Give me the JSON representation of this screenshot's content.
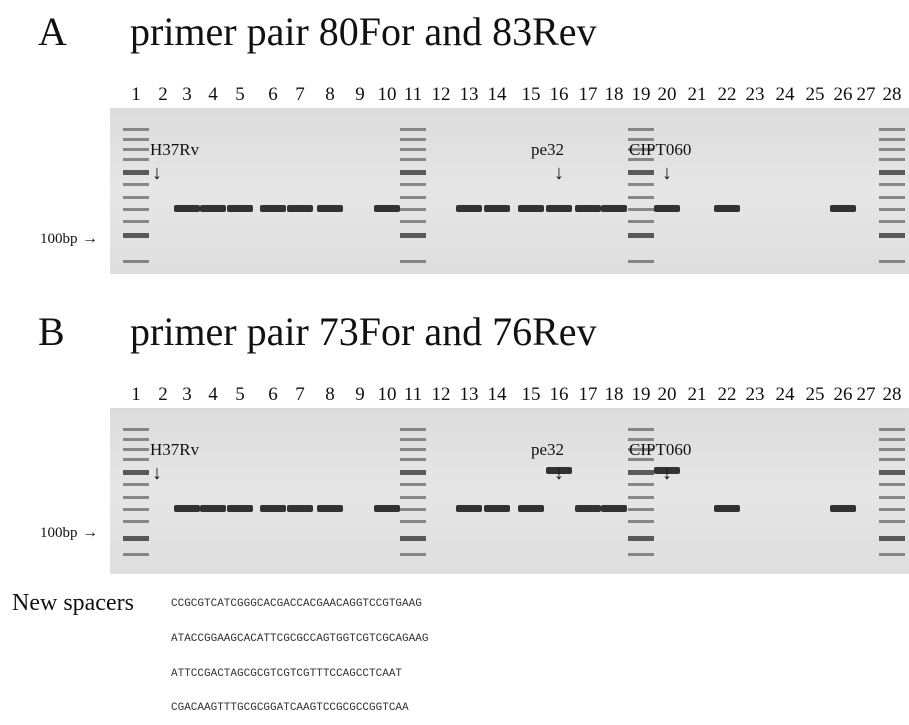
{
  "panels": [
    {
      "letter": "A",
      "title": "primer pair 80For and 83Rev",
      "lanes": [
        "1",
        "2",
        "3",
        "4",
        "5",
        "6",
        "7",
        "8",
        "9",
        "10",
        "11",
        "12",
        "13",
        "14",
        "15",
        "16",
        "17",
        "18",
        "19",
        "20",
        "21",
        "22",
        "23",
        "24",
        "25",
        "26",
        "27",
        "28"
      ],
      "ladder_label": "100bp",
      "labels": [
        {
          "text": "H37Rv",
          "lane": 2
        },
        {
          "text": "pe32",
          "lane": 16
        },
        {
          "text": "CIPT060",
          "lane": 20
        }
      ],
      "ladder_lanes": [
        1,
        11,
        19,
        28
      ],
      "bands": [
        {
          "lane": 3,
          "size": "short"
        },
        {
          "lane": 4,
          "size": "short"
        },
        {
          "lane": 5,
          "size": "short"
        },
        {
          "lane": 6,
          "size": "short"
        },
        {
          "lane": 7,
          "size": "short"
        },
        {
          "lane": 8,
          "size": "short"
        },
        {
          "lane": 10,
          "size": "short"
        },
        {
          "lane": 13,
          "size": "short"
        },
        {
          "lane": 14,
          "size": "short"
        },
        {
          "lane": 15,
          "size": "short"
        },
        {
          "lane": 16,
          "size": "short"
        },
        {
          "lane": 17,
          "size": "short"
        },
        {
          "lane": 18,
          "size": "short"
        },
        {
          "lane": 20,
          "size": "short"
        },
        {
          "lane": 22,
          "size": "short"
        },
        {
          "lane": 26,
          "size": "short"
        }
      ]
    },
    {
      "letter": "B",
      "title": "primer pair 73For and 76Rev",
      "lanes": [
        "1",
        "2",
        "3",
        "4",
        "5",
        "6",
        "7",
        "8",
        "9",
        "10",
        "11",
        "12",
        "13",
        "14",
        "15",
        "16",
        "17",
        "18",
        "19",
        "20",
        "21",
        "22",
        "23",
        "24",
        "25",
        "26",
        "27",
        "28"
      ],
      "ladder_label": "100bp",
      "labels": [
        {
          "text": "H37Rv",
          "lane": 2
        },
        {
          "text": "pe32",
          "lane": 16
        },
        {
          "text": "CIPT060",
          "lane": 20
        }
      ],
      "ladder_lanes": [
        1,
        11,
        19,
        28
      ],
      "bands": [
        {
          "lane": 3,
          "size": "short"
        },
        {
          "lane": 4,
          "size": "short"
        },
        {
          "lane": 5,
          "size": "short"
        },
        {
          "lane": 6,
          "size": "short"
        },
        {
          "lane": 7,
          "size": "short"
        },
        {
          "lane": 8,
          "size": "short"
        },
        {
          "lane": 10,
          "size": "short"
        },
        {
          "lane": 13,
          "size": "short"
        },
        {
          "lane": 14,
          "size": "short"
        },
        {
          "lane": 15,
          "size": "short"
        },
        {
          "lane": 16,
          "size": "long"
        },
        {
          "lane": 17,
          "size": "short"
        },
        {
          "lane": 18,
          "size": "short"
        },
        {
          "lane": 20,
          "size": "long"
        },
        {
          "lane": 22,
          "size": "short"
        },
        {
          "lane": 26,
          "size": "short"
        }
      ]
    }
  ],
  "spacers": {
    "title": "New spacers",
    "sequences": [
      "CCGCGTCATCGGGCACGACCACGAACAGGTCCGTGAAG",
      "ATACCGGAAGCACATTCGCGCCAGTGGTCGTCGCAGAAG",
      "ATTCCGACTAGCGCGTCGTCGTTTCCAGCCTCAAT",
      "CGACAAGTTTGCGCGGATCAAGTCCGCGCCGGTCAA"
    ]
  },
  "colors": {
    "background": "#ffffff",
    "gel": "#e2e2e2",
    "band": "#1e1e1e",
    "ladder": "#4a4a4a"
  }
}
